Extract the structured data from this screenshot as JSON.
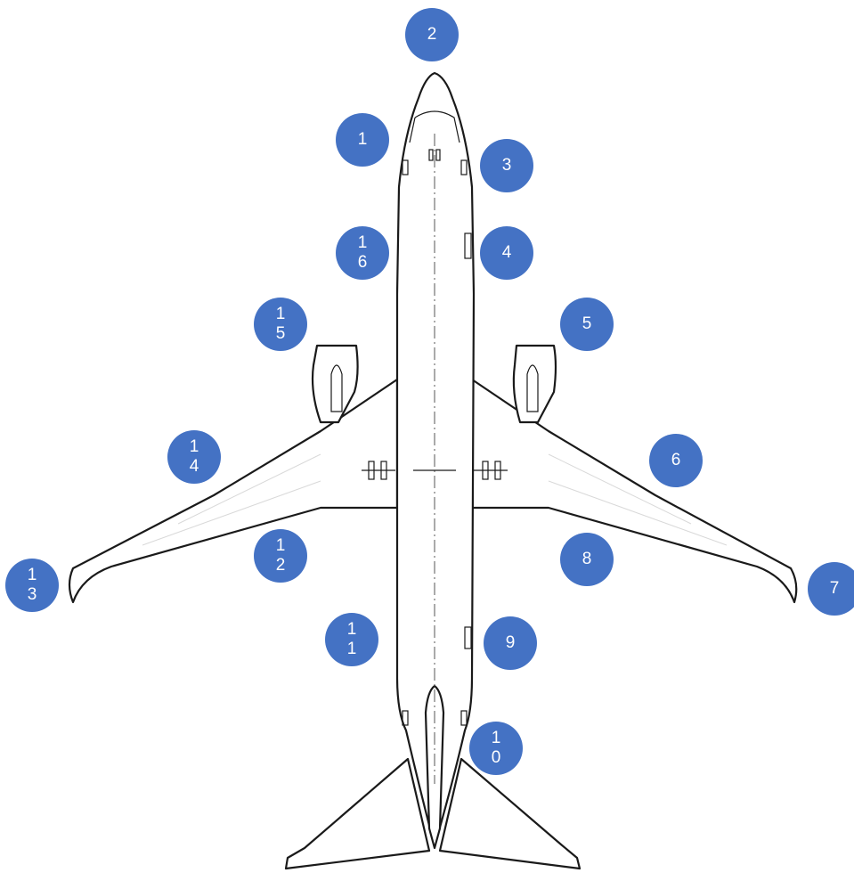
{
  "markers": [
    {
      "id": "marker-1",
      "lines": [
        "1"
      ]
    },
    {
      "id": "marker-2",
      "lines": [
        "2"
      ]
    },
    {
      "id": "marker-3",
      "lines": [
        "3"
      ]
    },
    {
      "id": "marker-4",
      "lines": [
        "4"
      ]
    },
    {
      "id": "marker-5",
      "lines": [
        "5"
      ]
    },
    {
      "id": "marker-6",
      "lines": [
        "6"
      ]
    },
    {
      "id": "marker-7",
      "lines": [
        "7"
      ]
    },
    {
      "id": "marker-8",
      "lines": [
        "8"
      ]
    },
    {
      "id": "marker-9",
      "lines": [
        "9"
      ]
    },
    {
      "id": "marker-10",
      "lines": [
        "1",
        "0"
      ]
    },
    {
      "id": "marker-11",
      "lines": [
        "1",
        "1"
      ]
    },
    {
      "id": "marker-12",
      "lines": [
        "1",
        "2"
      ]
    },
    {
      "id": "marker-13",
      "lines": [
        "1",
        "3"
      ]
    },
    {
      "id": "marker-14",
      "lines": [
        "1",
        "4"
      ]
    },
    {
      "id": "marker-15",
      "lines": [
        "1",
        "5"
      ]
    },
    {
      "id": "marker-16",
      "lines": [
        "1",
        "6"
      ]
    }
  ],
  "colors": {
    "badge": "#4472c4",
    "badge_text": "#ffffff",
    "outline": "#1a1a1a"
  }
}
